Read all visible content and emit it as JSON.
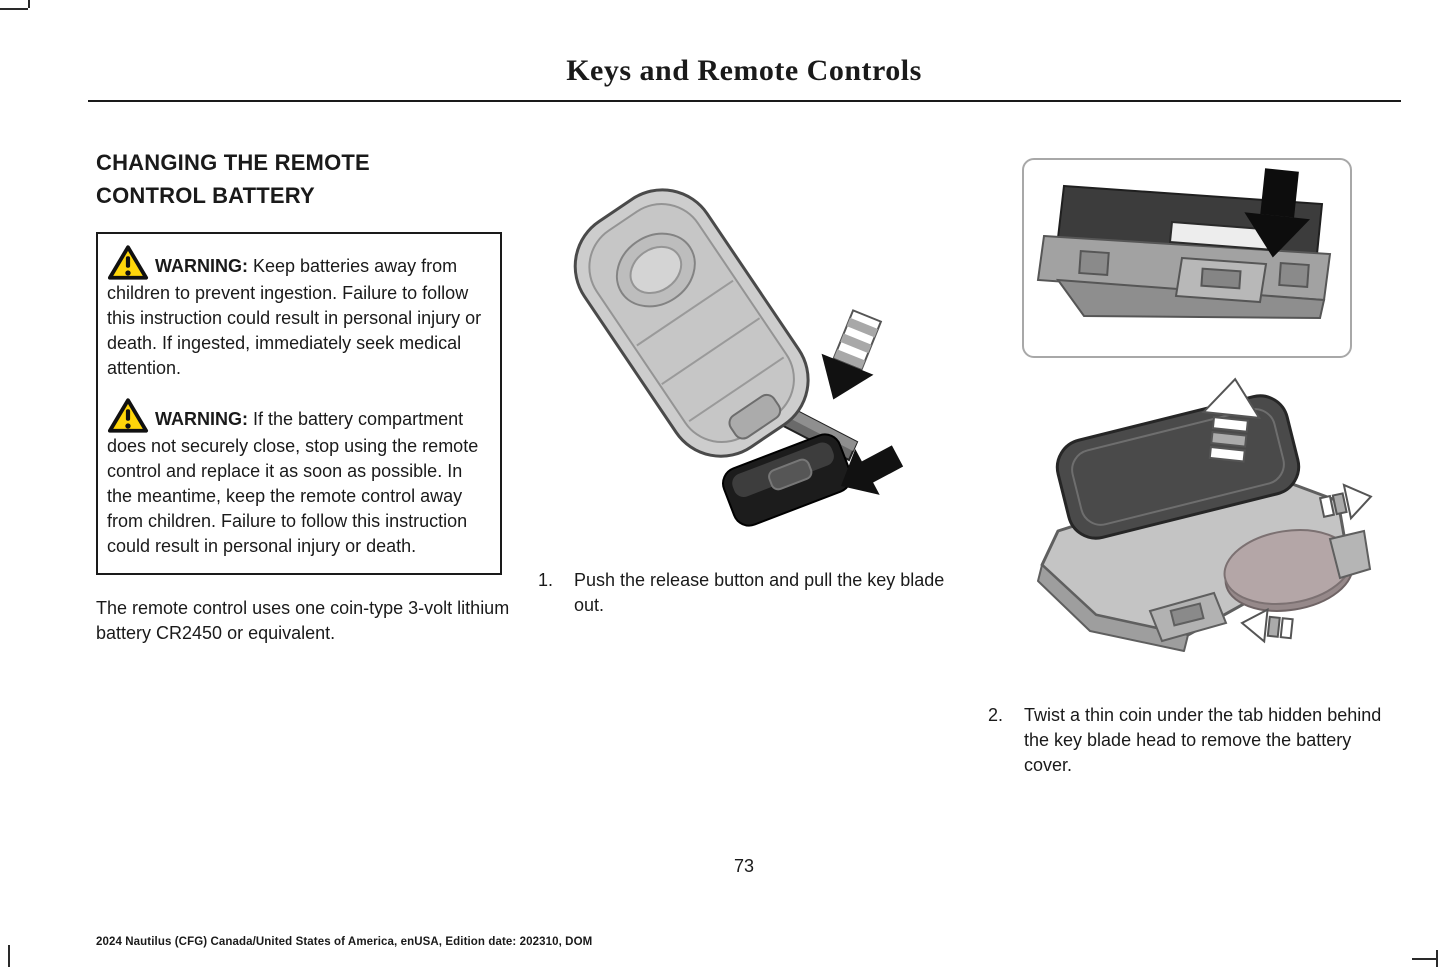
{
  "page": {
    "title": "Keys and Remote Controls",
    "page_number": "73",
    "footer": "2024 Nautilus (CFG) Canada/United States of America, enUSA, Edition date: 202310, DOM"
  },
  "content": {
    "section_heading": "CHANGING THE REMOTE CONTROL BATTERY",
    "warnings": [
      {
        "label": "WARNING:",
        "text": "Keep batteries away from children to prevent ingestion. Failure to follow this instruction could result in personal injury or death. If ingested, immediately seek medical attention."
      },
      {
        "label": "WARNING:",
        "text": "If the battery compartment does not securely close, stop using the remote control and replace it as soon as possible. In the meantime, keep the remote control away from children. Failure to follow this instruction could result in personal injury or death."
      }
    ],
    "body_paragraph": "The remote control uses one coin-type 3-volt lithium battery CR2450 or equivalent.",
    "steps": [
      {
        "number": "1.",
        "text": "Push the release button and pull the key blade out."
      },
      {
        "number": "2.",
        "text": "Twist a thin coin under the tab hidden behind the key blade head to remove the battery cover."
      }
    ]
  },
  "icons": {
    "warning_triangle": "warning-triangle-icon",
    "release_arrow": "striped-down-arrow-icon",
    "pull_arrow": "solid-left-arrow-icon",
    "insert_arrow": "solid-down-arrow-icon",
    "lift_arrow": "striped-up-arrow-icon",
    "twist_arrows": "striped-twist-arrow-icons"
  },
  "colors": {
    "text": "#1a1a1a",
    "warning_triangle_fill": "#ffd60a",
    "illustration_gray": "#c6c6c6",
    "illustration_dark": "#3c3c3c",
    "coin": "#b4a6a7",
    "frame_border": "#a8a8a8"
  }
}
